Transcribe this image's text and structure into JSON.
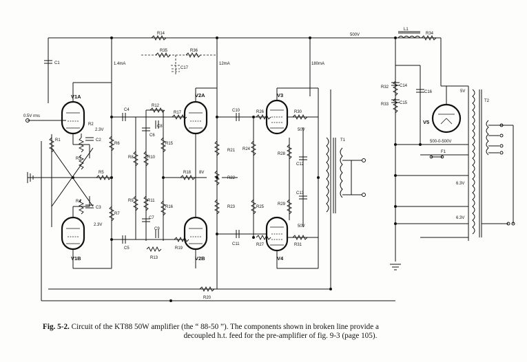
{
  "caption": {
    "fig": "Fig. 5-2.",
    "line1": "Circuit of the KT88 50W amplifier (the “ 88-50 ”).  The components shown in broken line provide a",
    "line2": "decoupled h.t. feed for the pre-amplifier of fig. 9-3 (page 105)."
  },
  "labels": {
    "tubes": [
      "V1A",
      "V1B",
      "V2A",
      "V2B",
      "V3",
      "V4",
      "V5"
    ],
    "resistors": [
      "R1",
      "R2",
      "R3",
      "R4",
      "R5",
      "R6",
      "R7",
      "R8",
      "R9",
      "R10",
      "R11",
      "R12",
      "R13",
      "R14",
      "R15",
      "R16",
      "R17",
      "R18",
      "R19",
      "R20",
      "R21",
      "R22",
      "R23",
      "R24",
      "R25",
      "R26",
      "R27",
      "R28",
      "R29",
      "R30",
      "R31",
      "R32",
      "R33",
      "R34",
      "R35",
      "R36"
    ],
    "capacitors": [
      "C1",
      "C2",
      "C3",
      "C4",
      "C5",
      "C6",
      "C7",
      "C8",
      "C9",
      "C10",
      "C11",
      "C12",
      "C13",
      "C14",
      "C15",
      "C16",
      "C17"
    ],
    "other": [
      "L1",
      "T1",
      "T2",
      "F1"
    ],
    "values": {
      "input": "0.5V rms",
      "v_2_3a": "2.3V",
      "v_2_3b": "2.3V",
      "current_a": "1.4mA",
      "current_b": "12mA",
      "current_c": "180mA",
      "ht": "500V",
      "v8": "8V",
      "v50a": "50V",
      "v50b": "50V",
      "v5": "5V",
      "v63a": "6.3V",
      "v63b": "6.3V",
      "mains": "500-0-500V"
    }
  }
}
